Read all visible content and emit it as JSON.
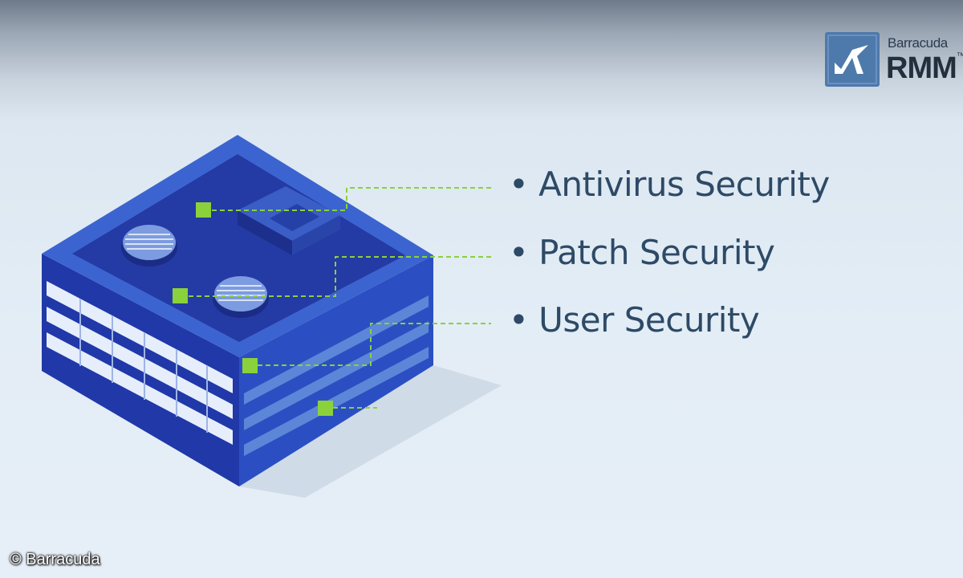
{
  "logo": {
    "brand": "Barracuda",
    "product": "RMM",
    "trademark": "™",
    "icon": "barracuda-fin-icon"
  },
  "labels": [
    {
      "text": "Antivirus Security",
      "bullet": "•"
    },
    {
      "text": "Patch Security",
      "bullet": "•"
    },
    {
      "text": "User Security",
      "bullet": "•"
    }
  ],
  "copyright": "© Barracuda",
  "colors": {
    "building_dark": "#2038a8",
    "building_mid": "#2f56c9",
    "building_roof": "#2a3ea8",
    "connector": "#8ad13b",
    "label_text": "#2d4a66"
  }
}
